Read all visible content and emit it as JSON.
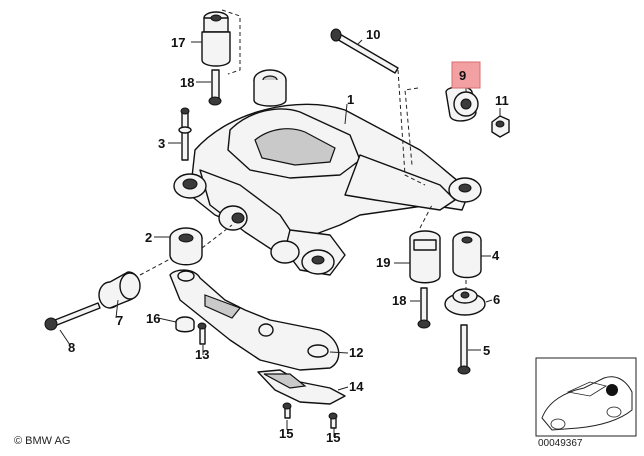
{
  "callouts": {
    "c1": "1",
    "c2": "2",
    "c3": "3",
    "c4": "4",
    "c5": "5",
    "c6": "6",
    "c7": "7",
    "c8": "8",
    "c9": "9",
    "c10": "10",
    "c11": "11",
    "c12": "12",
    "c13": "13",
    "c14": "14",
    "c15a": "15",
    "c15b": "15",
    "c16": "16",
    "c17": "17",
    "c18a": "18",
    "c18b": "18",
    "c19": "19"
  },
  "highlighted_callout": "9",
  "highlight_color": "#f2a0a2",
  "brand_label": "© BMW AG",
  "diagram_number": "00049367"
}
